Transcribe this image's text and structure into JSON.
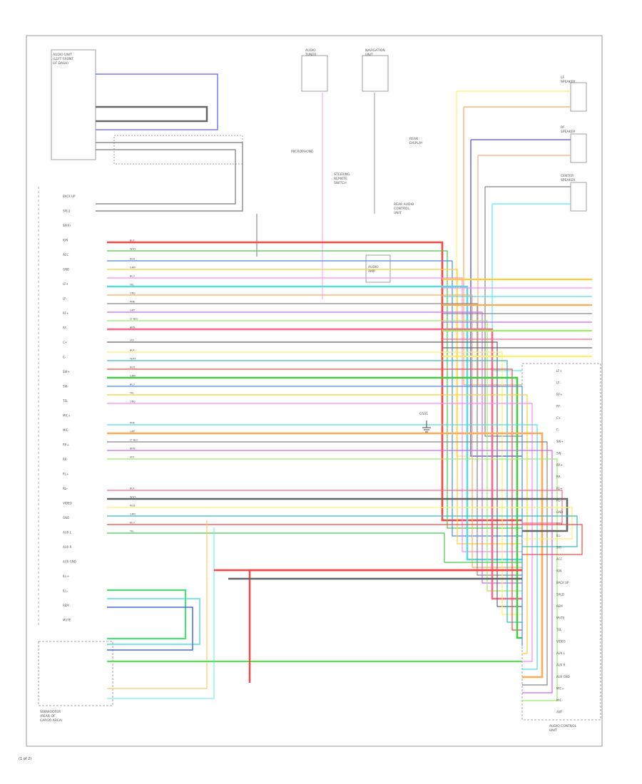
{
  "figure_number": "(1 of 2)",
  "components": {
    "audio_unit": [
      "AUDIO UNIT",
      "(LEFT FRONT",
      "OF DASH)"
    ],
    "tuner": [
      "AUDIO",
      "TUNER"
    ],
    "navigation_unit": [
      "NAVIGATION",
      "UNIT"
    ],
    "mic": [
      "MICROPHONE"
    ],
    "rear_control": [
      "REAR AUDIO",
      "CONTROL",
      "UNIT"
    ],
    "remote_switch": [
      "STEERING",
      "REMOTE",
      "SWITCH"
    ],
    "amp_module": [
      "AUDIO",
      "AMP"
    ],
    "rear_display": [
      "REAR",
      "DISPLAY"
    ],
    "speaker_lf": [
      "LF",
      "SPEAKER"
    ],
    "speaker_rf": [
      "RF",
      "SPEAKER"
    ],
    "speaker_c": [
      "CENTER",
      "SPEAKER"
    ],
    "ground_g": [
      "G501"
    ],
    "control_unit": [
      "AUDIO CONTROL",
      "UNIT"
    ],
    "subwoofer": [
      "SUBWOOFER",
      "(REAR OF",
      "CARGO AREA)"
    ]
  },
  "left_pins": [
    "BACK UP",
    "SP(L)",
    "SP(R)",
    "IGN",
    "ACC",
    "GND",
    "LF+",
    "LF-",
    "RF+",
    "RF-",
    "C+",
    "C-",
    "SW+",
    "SW-",
    "TEL",
    "MIC+",
    "MIC-",
    "RR+",
    "RR-",
    "RL+",
    "RL-",
    "VIDEO",
    "GND",
    "AUX L",
    "AUX R",
    "AUX GND",
    "ILL+",
    "ILL-",
    "REM",
    "MUTE"
  ],
  "right_pins": [
    "LF+",
    "LF-",
    "RF+",
    "RF-",
    "C+",
    "C-",
    "SW+",
    "SW-",
    "RR+",
    "RR-",
    "RL+",
    "RL-",
    "GND",
    "ILL+",
    "ILL-",
    "SIG",
    "ACC",
    "IGN",
    "BACK UP",
    "SHLD",
    "REM",
    "MUTE",
    "TEL",
    "VIDEO",
    "AUX L",
    "AUX R",
    "AUX GND",
    "MIC+",
    "MIC-",
    "ANT"
  ],
  "wire_label": [
    "BLK",
    "WHT",
    "RED",
    "GRN",
    "BLU",
    "YEL",
    "ORG",
    "PNK",
    "GRY",
    "LT BLU",
    "BRN",
    "VIO"
  ]
}
